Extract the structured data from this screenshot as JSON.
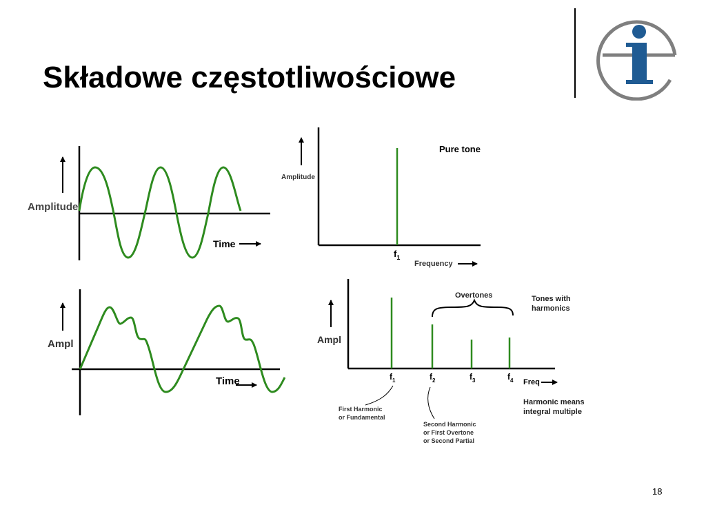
{
  "slide": {
    "title": "Składowe częstotliwościowe",
    "page_number": "18"
  },
  "colors": {
    "wave": "#2e8b1f",
    "axis": "#000000",
    "logo_blue": "#1f5b93",
    "logo_ring": "#7f7f7f"
  },
  "panel_time_pure": {
    "ylabel": "Amplitude",
    "xlabel": "Time"
  },
  "panel_freq_pure": {
    "ylabel": "Amplitude",
    "xlabel": "Frequency",
    "title": "Pure tone",
    "tick_main": "f",
    "tick_sub": "1"
  },
  "panel_time_complex": {
    "ylabel": "Ampl",
    "xlabel": "Time"
  },
  "panel_freq_harmonics": {
    "ylabel": "Ampl",
    "xlabel": "Freq",
    "title_line1": "Tones with",
    "title_line2": "harmonics",
    "overtones_label": "Overtones",
    "ticks": [
      {
        "main": "f",
        "sub": "1"
      },
      {
        "main": "f",
        "sub": "2"
      },
      {
        "main": "f",
        "sub": "3"
      },
      {
        "main": "f",
        "sub": "4"
      }
    ],
    "note_first_line1": "First Harmonic",
    "note_first_line2": "or Fundamental",
    "note_second_line1": "Second Harmonic",
    "note_second_line2": "or First Overtone",
    "note_second_line3": "or Second Partial",
    "note_harmonic_line1": "Harmonic means",
    "note_harmonic_line2": "integral multiple"
  }
}
